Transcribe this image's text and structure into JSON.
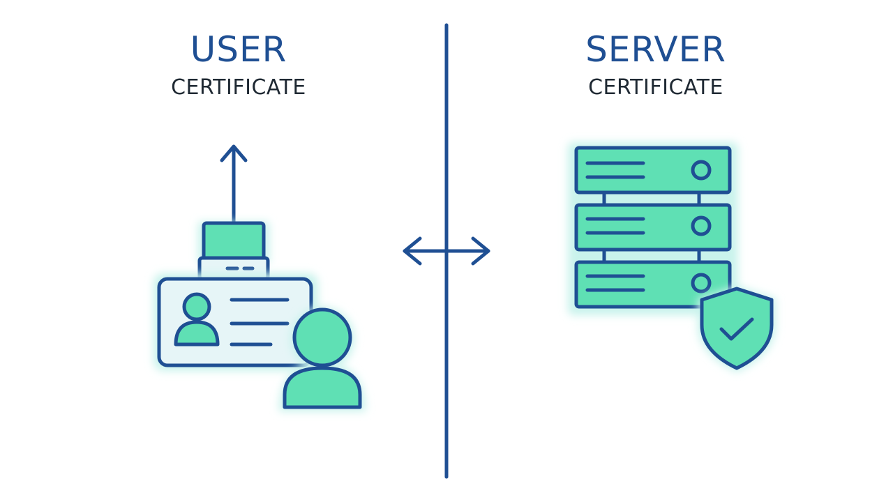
{
  "left": {
    "title": "USER",
    "subtitle": "CERTIFICATE"
  },
  "right": {
    "title": "SERVER",
    "subtitle": "CERTIFICATE"
  },
  "colors": {
    "stroke": "#1f4f93",
    "fill": "#5fe0b4",
    "fill_light": "#e6f5f7",
    "glow": "#c9f3ec"
  },
  "icons": [
    "upload-arrow-icon",
    "id-card-icon",
    "user-icon",
    "bidirectional-arrow-icon",
    "server-stack-icon",
    "shield-check-icon"
  ]
}
